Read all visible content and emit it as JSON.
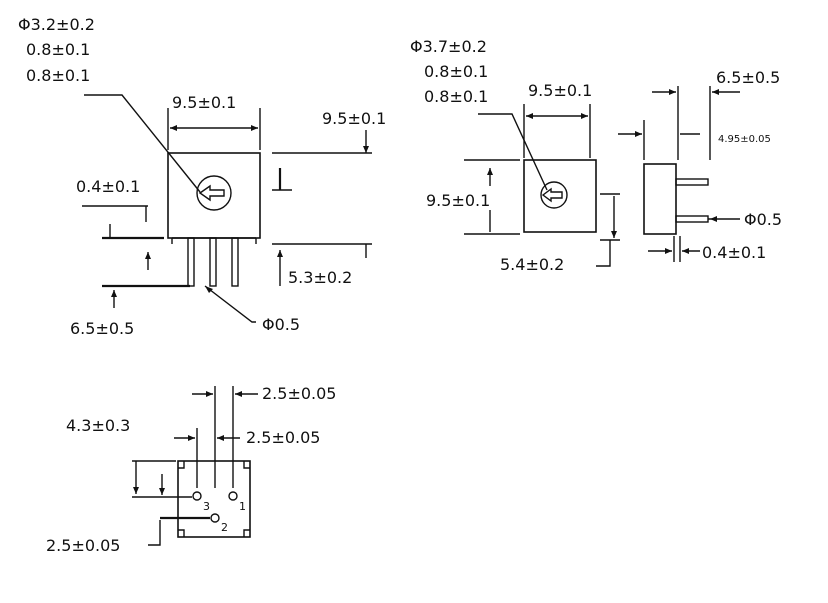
{
  "front_view": {
    "shaft_dia": "Φ3.2±0.2",
    "slot_a": "0.8±0.1",
    "slot_b": "0.8±0.1",
    "width": "9.5±0.1",
    "height": "9.5±0.1",
    "standoff": "0.4±0.1",
    "pin_length": "5.3±0.2",
    "pin_pitch_bottom": "6.5±0.5",
    "pin_dia": "Φ0.5"
  },
  "side_view": {
    "shaft_dia": "Φ3.7±0.2",
    "slot_a": "0.8±0.1",
    "slot_b": "0.8±0.1",
    "width": "9.5±0.1",
    "height": "9.5±0.1",
    "depth": "5.4±0.2",
    "pin_offset": "6.5±0.5",
    "pin_spacing": "4.95±0.05",
    "pin_dia": "Φ0.5",
    "standoff": "0.4±0.1"
  },
  "bottom_view": {
    "pitch_a": "2.5±0.05",
    "pitch_b": "2.5±0.05",
    "offset": "4.3±0.3",
    "pitch_c": "2.5±0.05",
    "pins": [
      "1",
      "2",
      "3"
    ]
  }
}
